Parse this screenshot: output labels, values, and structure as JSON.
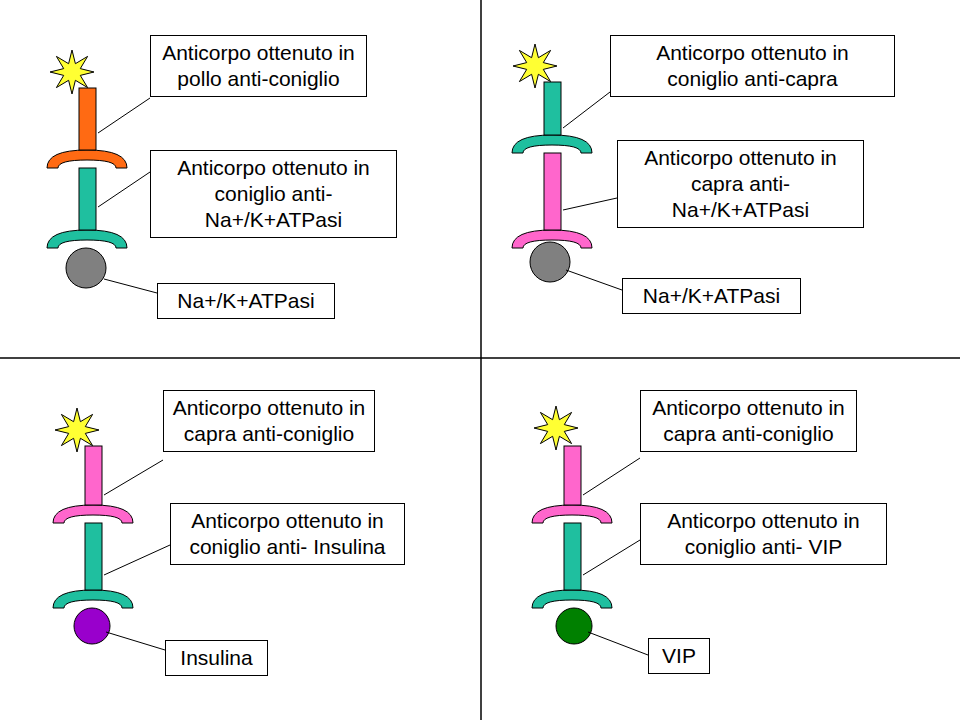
{
  "diagram": {
    "nodes": [
      {
        "text": [
          "Anticorpo ottenuto in pollo anti-coniglio"
        ]
      },
      {
        "text": [
          "Anticorpo ottenuto in coniglio anti- Na+/K+ATPasi"
        ]
      },
      {
        "text": [
          "Na+/K+ATPasi"
        ]
      },
      {
        "text": [
          "Anticorpo ottenuto in coniglio anti-capra"
        ]
      },
      {
        "text": [
          "Anticorpo ottenuto in capra anti- Na+/K+ATPasi"
        ]
      },
      {
        "text": [
          "Na+/K+ATPasi"
        ]
      },
      {
        "text": [
          "Anticorpo ottenuto in capra anti-coniglio"
        ]
      },
      {
        "text": [
          "Anticorpo ottenuto in coniglio anti- Insulina"
        ]
      },
      {
        "text": [
          "Insulina"
        ]
      },
      {
        "text": [
          "Anticorpo ottenuto in capra anti-coniglio"
        ]
      },
      {
        "text": [
          "Anticorpo ottenuto in coniglio anti- VIP"
        ]
      },
      {
        "text": [
          "VIP"
        ]
      }
    ]
  }
}
